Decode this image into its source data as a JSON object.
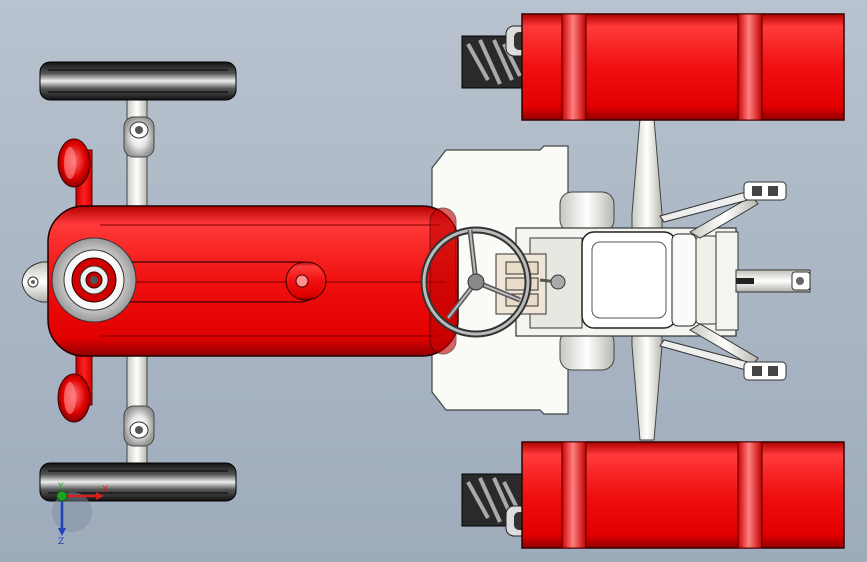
{
  "scene": {
    "model": "tractor-top-view",
    "background_top": "#b9c3cf",
    "background_bottom": "#9eabbb",
    "body_color": "#e01010",
    "body_highlight": "#ff5a5a",
    "body_shadow": "#a00000",
    "steel_color": "#f4f4f0",
    "tire_color": "#1c1c1c",
    "seat_color": "#ffffff"
  },
  "triad": {
    "x_label": "X",
    "y_label": "Y",
    "z_label": "Z",
    "x_color": "#d02020",
    "y_color": "#20a020",
    "z_color": "#2040c0"
  }
}
